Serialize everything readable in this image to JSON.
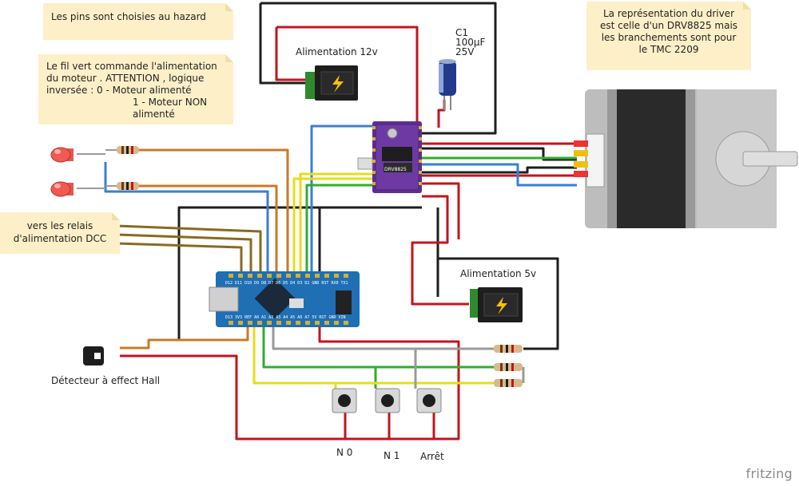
{
  "notes": {
    "random_pins": "Les pins sont choisies au hazard",
    "green_wire": [
      "Le fil vert commande l'alimentation",
      "du moteur . ATTENTION , logique",
      "inversée : 0 - Moteur alimenté",
      "1 - Moteur NON alimenté"
    ],
    "driver": [
      "La représentation du driver",
      "est celle d'un DRV8825 mais",
      "les branchements sont pour",
      "le TMC 2209"
    ],
    "relays": [
      "vers les relais",
      "d'alimentation  DCC"
    ]
  },
  "components": {
    "power_12v": "Alimentation 12v",
    "power_5v": "Alimentation 5v",
    "capacitor": [
      "C1",
      "100µF",
      "25V"
    ],
    "driver_chip": "DRV8825",
    "hall_sensor": "Détecteur à effect Hall",
    "button_n0": "N 0",
    "button_n1": "N 1",
    "button_stop": "Arrêt"
  },
  "arduino": {
    "top_pins": "D12 D11 D10 D9 D8 D7 D6 D5 D4 D3 D2 GND RST RX0 TX1",
    "bottom_pins": "D13 3V3 REF A0 A1 A2 A3 A4 A5 A6 A7 5V RST GND VIN"
  },
  "watermark": "fritzing",
  "colors": {
    "red": "#c1151c",
    "black": "#1e1e1e",
    "blue": "#3a7fd0",
    "green": "#2fae2f",
    "yellow": "#e6dc1e",
    "orange": "#c87a28",
    "brown": "#8a6a1e",
    "grey": "#9a9a9a",
    "note_bg": "#fdf0c8"
  }
}
